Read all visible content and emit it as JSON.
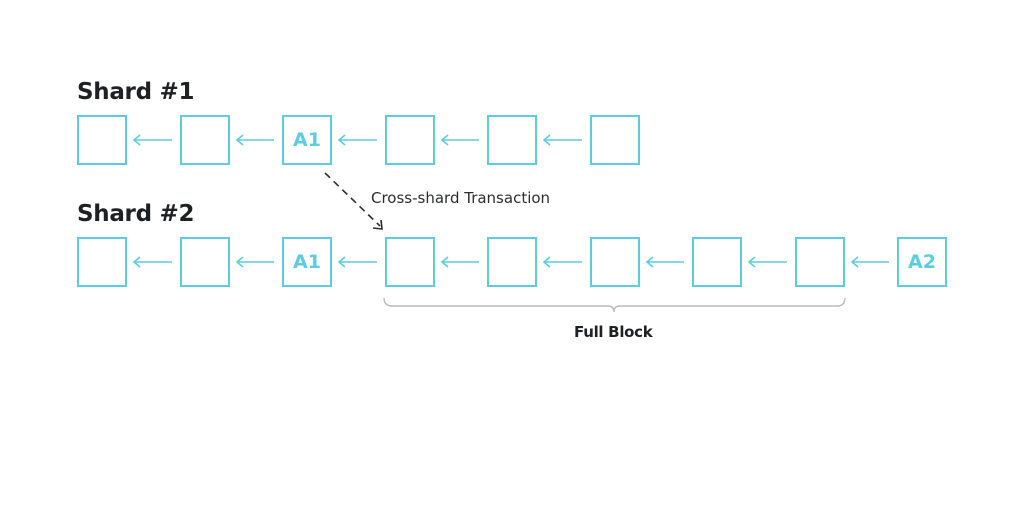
{
  "shards": [
    {
      "title": "Shard #1",
      "blocks": [
        "",
        "",
        "A1",
        "",
        "",
        ""
      ]
    },
    {
      "title": "Shard #2",
      "blocks": [
        "",
        "",
        "A1",
        "",
        "",
        "",
        "",
        "",
        "A2"
      ]
    }
  ],
  "cross_shard_label": "Cross-shard Transaction",
  "full_block_label": "Full Block",
  "colors": {
    "block": "#5ccce0",
    "title": "#1f2024",
    "brace": "#b9bbbf",
    "dashed_arrow": "#2b2d31"
  }
}
